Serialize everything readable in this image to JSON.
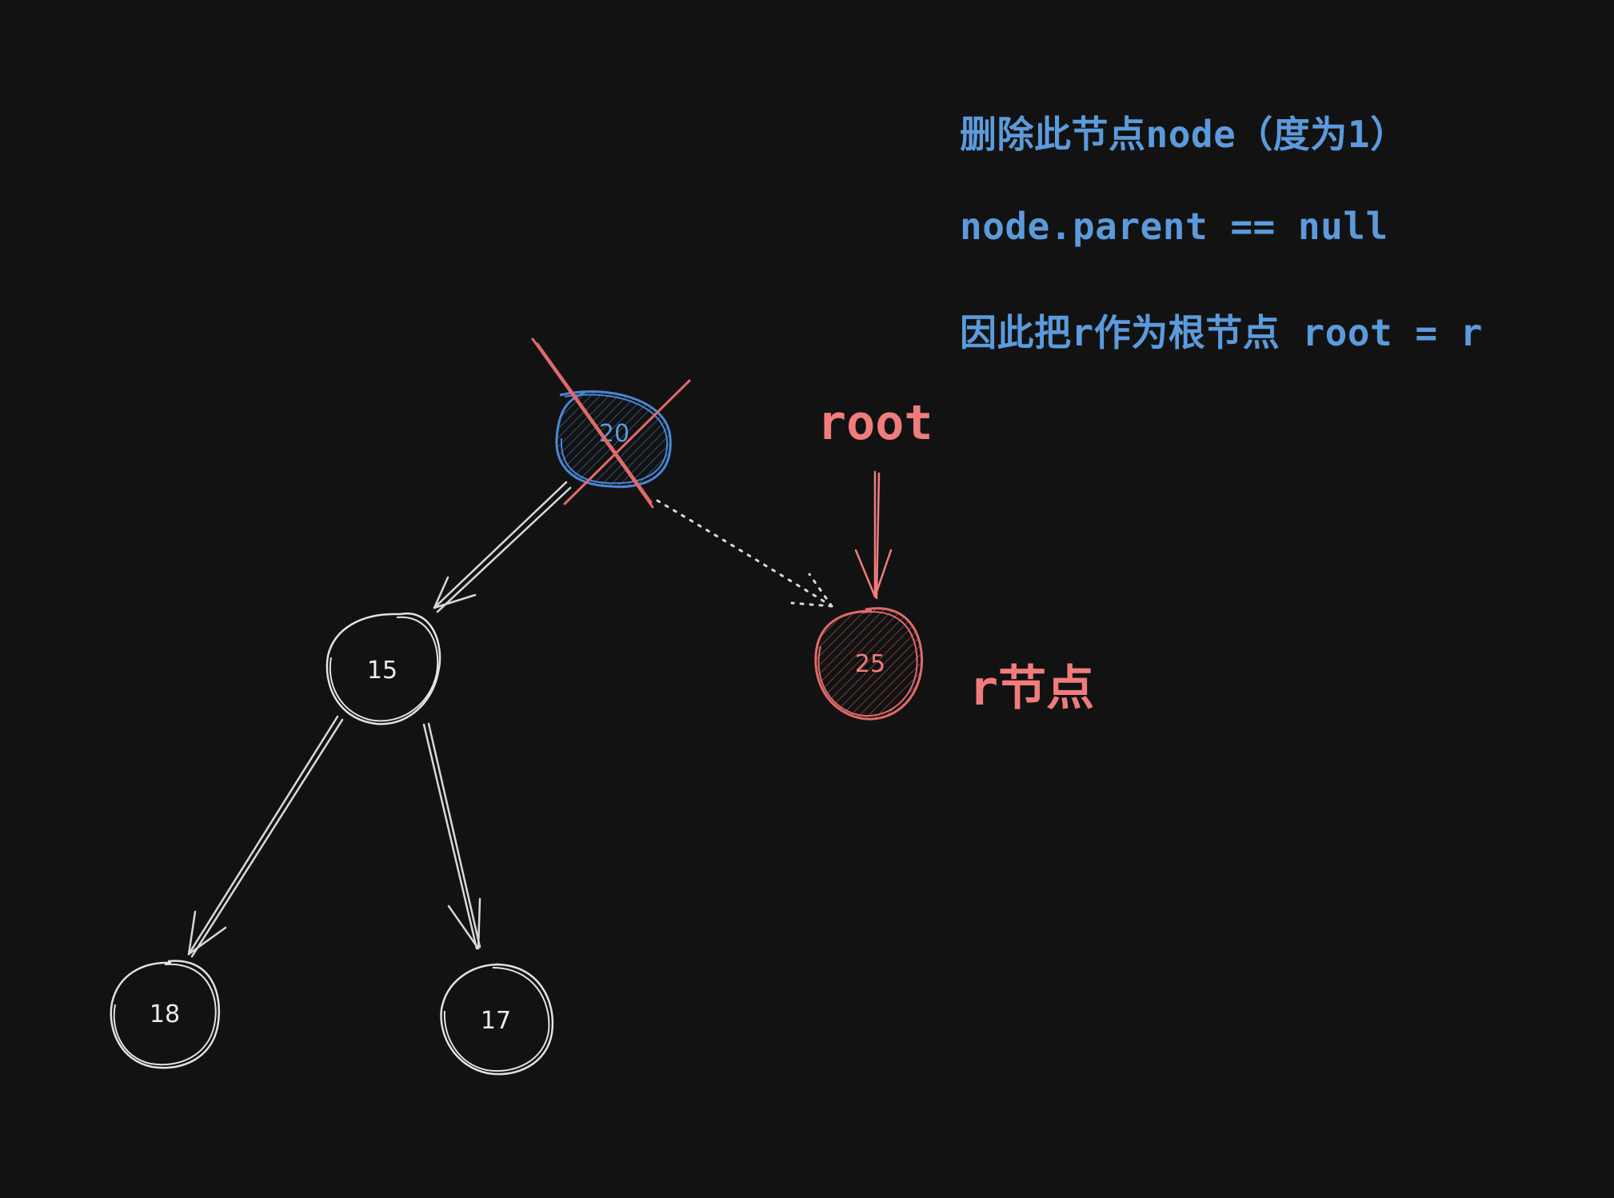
{
  "notes": {
    "line1": "删除此节点node（度为1）",
    "line2": "node.parent == null",
    "line3": "因此把r作为根节点 root = r"
  },
  "labels": {
    "root": "root",
    "r_node": "r节点"
  },
  "nodes": {
    "deleted": "20",
    "r": "25",
    "left": "15",
    "left_left": "18",
    "left_right": "17"
  },
  "colors": {
    "background": "#121212",
    "blue": "#5b9bdc",
    "red": "#f07c7c",
    "white": "#e6e6e6"
  }
}
